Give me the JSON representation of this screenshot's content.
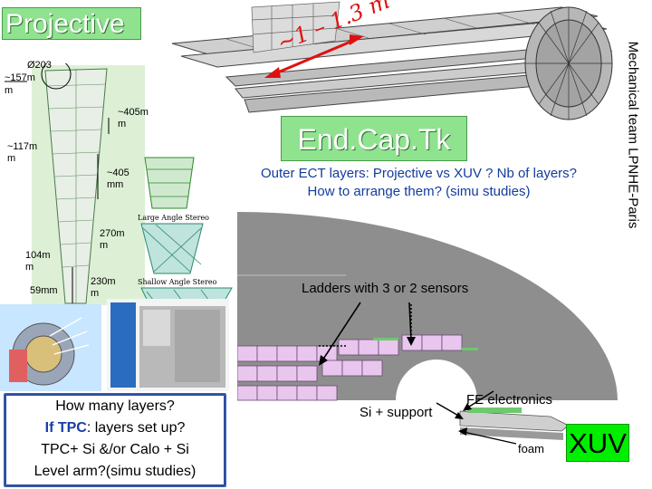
{
  "title": "Projective",
  "side_label": "Mechanical team LPNHE-Paris",
  "banner": "End.Cap.Tk",
  "subtitle_lines": [
    "Outer ECT layers: Projective vs XUV ? Nb of layers?",
    "How to arrange them? (simu studies)"
  ],
  "thickness_label": "~1 – 1.3 m",
  "dims": {
    "d203": "Ø203",
    "d157": "~157m",
    "d157b": "m",
    "d405a": "~405m",
    "d405a_b": "m",
    "d117": "~117m",
    "d117b": "m",
    "d405b": "~405",
    "d405b_b": "mm",
    "d270": "270m",
    "d270b": "m",
    "d104": "104m",
    "d104b": "m",
    "d230": "230m",
    "d230b": "m",
    "d59": "59mm"
  },
  "stereo_labels": {
    "large": "Large Angle Stereo",
    "shallow": "Shallow Angle Stereo"
  },
  "question_lines": {
    "line1": "How many layers?",
    "tpc_prefix": "If TPC",
    "tpc_rest": ": layers set up?",
    "line3": "TPC+ Si &/or Calo + Si",
    "line4": "Level arm?(simu studies)"
  },
  "annotations": {
    "ladders": "Ladders with 3 or 2 sensors",
    "fe": "FE electronics",
    "si_support": "Si + support",
    "foam": "foam"
  },
  "xuv": "XUV",
  "colors": {
    "title_green": "#8fe38f",
    "xuv_green": "#00ee00",
    "arrow_red": "#e01010",
    "subtitle_blue": "#123c9e",
    "ladder_pink": "#e8c6ee",
    "disc_gray": "#8e8e8e"
  }
}
